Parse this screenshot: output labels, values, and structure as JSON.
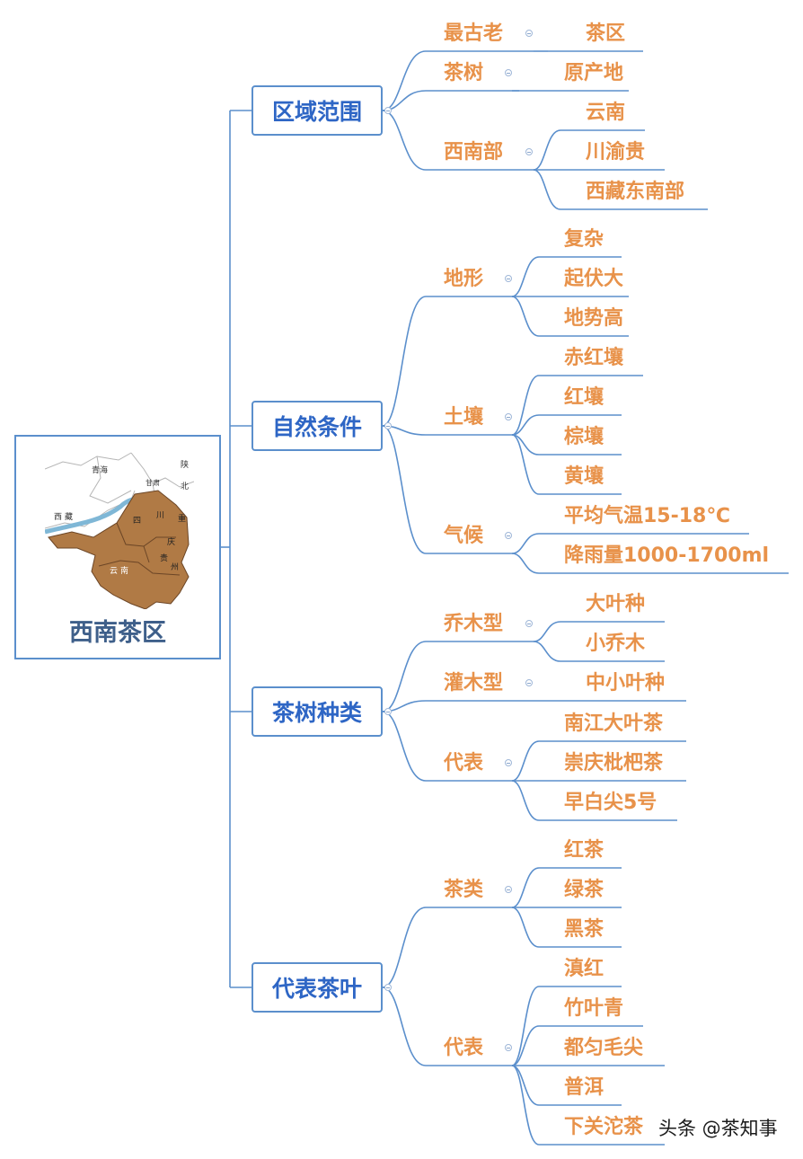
{
  "root": {
    "title": "西南茶区",
    "map_image": "southwest-china-tea-region-map"
  },
  "map_labels": [
    "青海",
    "甘肃",
    "陕",
    "北",
    "西",
    "藏",
    "四",
    "川",
    "重",
    "庆",
    "贵",
    "州",
    "云",
    "南"
  ],
  "branches": [
    {
      "label": "区域范围",
      "children": [
        {
          "label": "最古老",
          "children": [
            "茶区"
          ]
        },
        {
          "label": "茶树",
          "children": [
            "原产地"
          ]
        },
        {
          "label": "西南部",
          "children": [
            "云南",
            "川渝贵",
            "西藏东南部"
          ]
        }
      ]
    },
    {
      "label": "自然条件",
      "children": [
        {
          "label": "地形",
          "children": [
            "复杂",
            "起伏大",
            "地势高"
          ]
        },
        {
          "label": "土壤",
          "children": [
            "赤红壤",
            "红壤",
            "棕壤",
            "黄壤"
          ]
        },
        {
          "label": "气候",
          "children": [
            "平均气温15-18℃",
            "降雨量1000-1700ml"
          ]
        }
      ]
    },
    {
      "label": "茶树种类",
      "children": [
        {
          "label": "乔木型",
          "children": [
            "大叶种",
            "小乔木"
          ]
        },
        {
          "label": "灌木型",
          "children": [
            "中小叶种"
          ]
        },
        {
          "label": "代表",
          "children": [
            "南江大叶茶",
            "崇庆枇杷茶",
            "早白尖5号"
          ]
        }
      ]
    },
    {
      "label": "代表茶叶",
      "children": [
        {
          "label": "茶类",
          "children": [
            "红茶",
            "绿茶",
            "黑茶"
          ]
        },
        {
          "label": "代表",
          "children": [
            "滇红",
            "竹叶青",
            "都匀毛尖",
            "普洱",
            "下关沱茶"
          ]
        }
      ]
    }
  ],
  "watermark": "头条 @茶知事",
  "colors": {
    "connector": "#5b8fcc",
    "level1_text": "#2e66c5",
    "leaf_text": "#e8924a",
    "root_title": "#3e5f8a",
    "map_region": "#b07a45"
  }
}
